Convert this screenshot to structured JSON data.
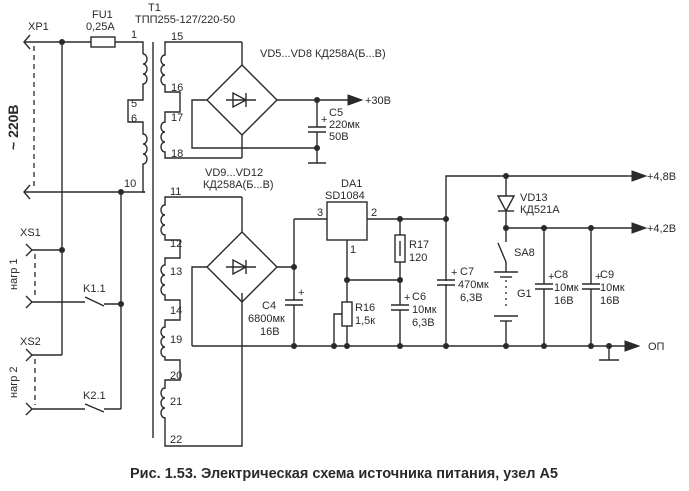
{
  "caption": "Рис. 1.53. Электрическая схема источника питания, узел А5",
  "mains": {
    "connector": "XP1",
    "voltage_label": "~ 220В",
    "fuse": {
      "ref": "FU1",
      "value": "0,25А"
    }
  },
  "transformer": {
    "ref": "T1",
    "model": "ТПП255-127/220-50",
    "primary_pins": [
      "1",
      "5",
      "6",
      "10"
    ],
    "secondary_upper_pins": [
      "15",
      "16",
      "17",
      "18"
    ],
    "secondary_lower_pins": [
      "11",
      "12",
      "13",
      "14",
      "19",
      "20",
      "21",
      "22"
    ]
  },
  "bridge_upper": {
    "label": "VD5...VD8 КД258А(Б...В)"
  },
  "bridge_lower": {
    "label_line1": "VD9...VD12",
    "label_line2": "КД258А(Б...В)"
  },
  "regulator": {
    "ref": "DA1",
    "model": "SD1084",
    "pin_in": "3",
    "pin_out": "2",
    "pin_adj": "1"
  },
  "components": {
    "C5": {
      "ref": "C5",
      "value": "220мк",
      "voltage": "50В"
    },
    "C4": {
      "ref": "C4",
      "value": "6800мк",
      "voltage": "16В"
    },
    "R16": {
      "ref": "R16",
      "value": "1,5к"
    },
    "R17": {
      "ref": "R17",
      "value": "120"
    },
    "C6": {
      "ref": "C6",
      "value": "10мк",
      "voltage": "6,3В"
    },
    "C7": {
      "ref": "C7",
      "value": "470мк",
      "voltage": "6,3В"
    },
    "VD13": {
      "ref": "VD13",
      "model": "КД521А"
    },
    "SA8": {
      "ref": "SA8"
    },
    "G1": {
      "ref": "G1"
    },
    "C8": {
      "ref": "C8",
      "value": "10мк",
      "voltage": "16В"
    },
    "C9": {
      "ref": "C9",
      "value": "10мк",
      "voltage": "16В"
    }
  },
  "outputs": {
    "v30": "+30В",
    "v48": "+4,8В",
    "v42": "+4,2В",
    "common": "ОП"
  },
  "loads": {
    "xs1": "XS1",
    "xs2": "XS2",
    "load1": "нагр 1",
    "load2": "нагр 2",
    "k11": "K1.1",
    "k21": "K2.1"
  },
  "polarity_mark": "+"
}
